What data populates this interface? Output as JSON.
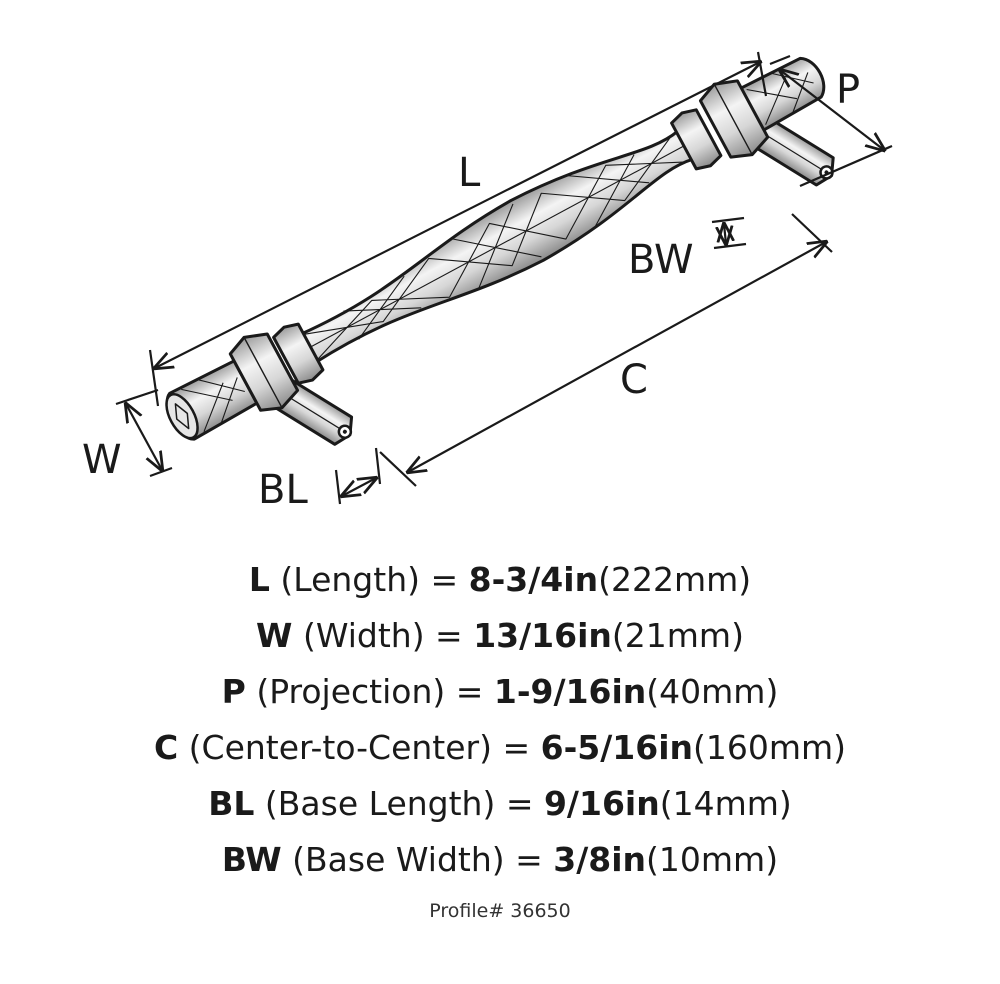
{
  "diagram": {
    "labels": {
      "L": "L",
      "P": "P",
      "W": "W",
      "BL": "BL",
      "BW": "BW",
      "C": "C"
    }
  },
  "specs": [
    {
      "key": "L",
      "desc": " (Length) = ",
      "imperial": "8-3/4in",
      "metric": "(222mm)"
    },
    {
      "key": "W",
      "desc": " (Width) = ",
      "imperial": "13/16in",
      "metric": "(21mm)"
    },
    {
      "key": "P",
      "desc": " (Projection) = ",
      "imperial": "1-9/16in",
      "metric": "(40mm)"
    },
    {
      "key": "C",
      "desc": " (Center-to-Center) = ",
      "imperial": "6-5/16in",
      "metric": "(160mm)"
    },
    {
      "key": "BL",
      "desc": " (Base Length) = ",
      "imperial": "9/16in",
      "metric": "(14mm)"
    },
    {
      "key": "BW",
      "desc": " (Base Width) = ",
      "imperial": "3/8in",
      "metric": "(10mm)"
    }
  ],
  "profile": "Profile# 36650",
  "colors": {
    "ink": "#1a1a1a",
    "metal_light": "#f4f4f4",
    "metal_mid": "#d6d6d6",
    "metal_dark": "#9a9a9a"
  }
}
